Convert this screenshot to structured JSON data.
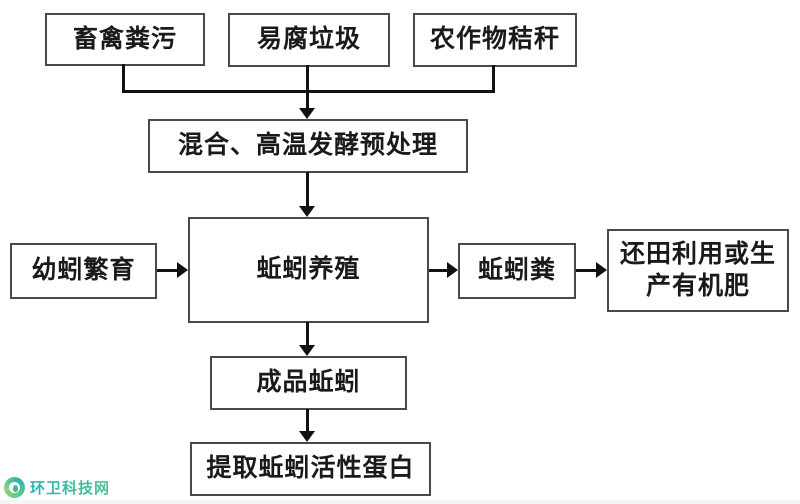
{
  "diagram": {
    "nodes": {
      "livestock_manure": {
        "label": "畜禽粪污"
      },
      "perishable_waste": {
        "label": "易腐垃圾"
      },
      "crop_straw": {
        "label": "农作物秸秆"
      },
      "pretreatment": {
        "label": "混合、高温发酵预处理"
      },
      "juvenile_breeding": {
        "label": "幼蚓繁育"
      },
      "earthworm_farming": {
        "label": "蚯蚓养殖"
      },
      "worm_castings": {
        "label": "蚯蚓粪"
      },
      "field_fertilizer": {
        "label": "还田利用或生产有机肥"
      },
      "finished_earthworm": {
        "label": "成品蚯蚓"
      },
      "protein_extraction": {
        "label": "提取蚯蚓活性蛋白"
      }
    },
    "edges": [
      {
        "from": "畜禽粪污",
        "to": "混合、高温发酵预处理"
      },
      {
        "from": "易腐垃圾",
        "to": "混合、高温发酵预处理"
      },
      {
        "from": "农作物秸秆",
        "to": "混合、高温发酵预处理"
      },
      {
        "from": "混合、高温发酵预处理",
        "to": "蚯蚓养殖"
      },
      {
        "from": "幼蚓繁育",
        "to": "蚯蚓养殖"
      },
      {
        "from": "蚯蚓养殖",
        "to": "蚯蚓粪"
      },
      {
        "from": "蚯蚓粪",
        "to": "还田利用或生产有机肥"
      },
      {
        "from": "蚯蚓养殖",
        "to": "成品蚯蚓"
      },
      {
        "from": "成品蚯蚓",
        "to": "提取蚯蚓活性蛋白"
      }
    ]
  },
  "watermark": {
    "text": "环卫科技网"
  },
  "colors": {
    "background": "#ffffff",
    "box_border": "#4a4a4a",
    "line": "#111111",
    "text": "#1a1a1a",
    "watermark_teal": "#27b2b4",
    "watermark_green": "#4fc08e"
  }
}
